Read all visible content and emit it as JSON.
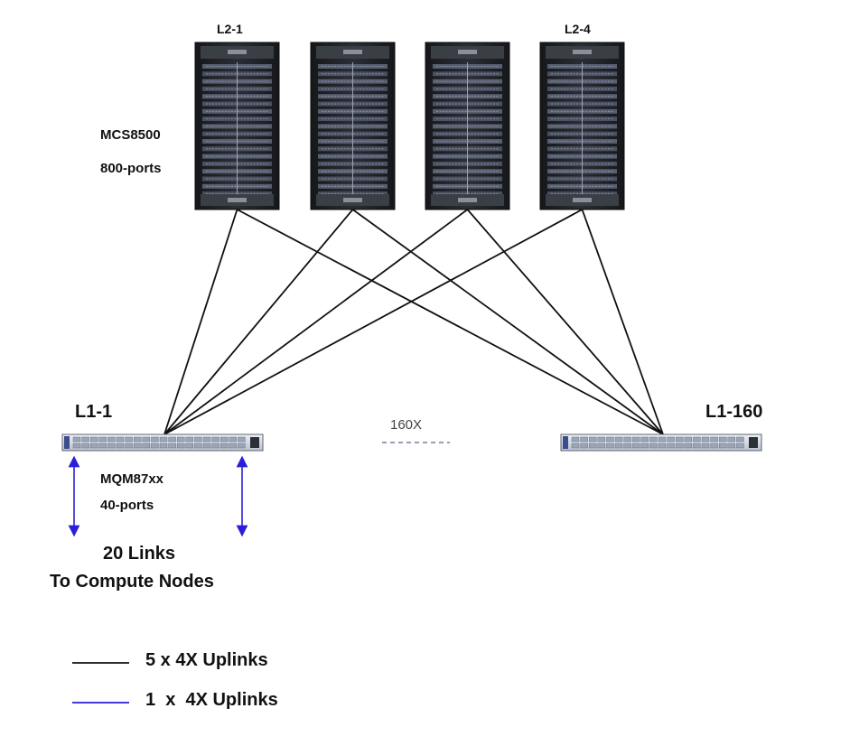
{
  "spine_switches": {
    "label_first": "L2-1",
    "label_last": "L2-4",
    "model": "MCS8500",
    "ports": "800-ports"
  },
  "leaf_switches": {
    "label_first": "L1-1",
    "label_last": "L1-160",
    "multiplier": "160X",
    "model": "MQM87xx",
    "ports": "40-ports"
  },
  "compute_links": {
    "line1": "20 Links",
    "line2": "To Compute Nodes"
  },
  "legend": {
    "items": [
      {
        "label": "5 x 4X Uplinks",
        "color": "#111111"
      },
      {
        "label": "1  x  4X Uplinks",
        "color": "#2a1fd8"
      }
    ]
  },
  "colors": {
    "uplink_line": "#111111",
    "compute_arrow": "#2a1fd8",
    "chassis_body": "#1e2024",
    "leaf_body": "#d7dde6",
    "dashed": "#7b7b9a"
  }
}
